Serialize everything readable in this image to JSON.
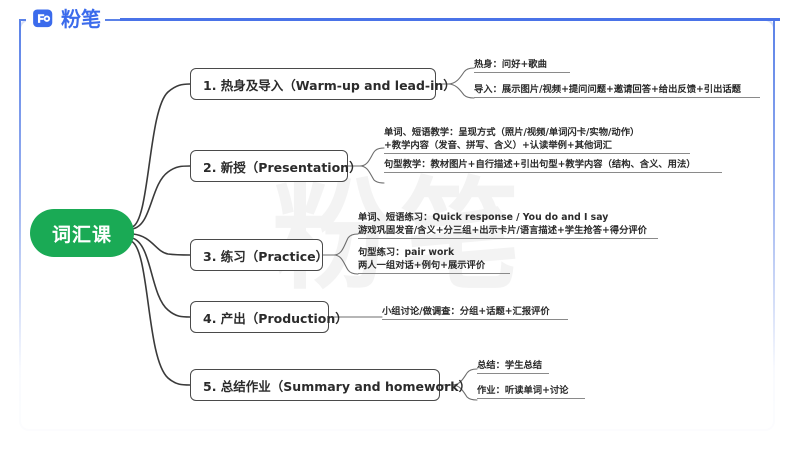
{
  "brand": {
    "wordmark": "粉笔",
    "mark_icon": "fenbi-logo-icon"
  },
  "watermark": {
    "text": "粉笔"
  },
  "mindmap": {
    "root": {
      "label": "词汇课",
      "color": "#1aaa55"
    },
    "branches": [
      {
        "id": "warm-up",
        "label": "1. 热身及导入（Warm-up and lead-in）",
        "leaves": [
          {
            "lines": [
              "热身：问好+歌曲"
            ]
          },
          {
            "lines": [
              "导入：展示图片/视频+提问问题+邀请回答+给出反馈+引出话题"
            ]
          }
        ]
      },
      {
        "id": "presentation",
        "label": "2. 新授（Presentation）",
        "leaves": [
          {
            "lines": [
              "单词、短语教学：呈现方式（照片/视频/单词闪卡/实物/动作）",
              "+教学内容（发音、拼写、含义）+认读举例+其他词汇"
            ]
          },
          {
            "lines": [
              "句型教学：教材图片+自行描述+引出句型+教学内容（结构、含义、用法）"
            ]
          }
        ]
      },
      {
        "id": "practice",
        "label": "3. 练习（Practice）",
        "leaves": [
          {
            "lines": [
              "单词、短语练习：Quick response / You do and I say",
              "游戏巩固发音/含义+分三组+出示卡片/语言描述+学生抢答+得分评价"
            ]
          },
          {
            "lines": [
              "句型练习：pair work",
              "两人一组对话+例句+展示评价"
            ]
          }
        ]
      },
      {
        "id": "production",
        "label": "4. 产出（Production）",
        "leaves": [
          {
            "lines": [
              "小组讨论/做调查：分组+话题+汇报评价"
            ]
          }
        ]
      },
      {
        "id": "summary",
        "label": "5. 总结作业（Summary and homework）",
        "leaves": [
          {
            "lines": [
              "总结：学生总结"
            ]
          },
          {
            "lines": [
              "作业：听读单词+讨论"
            ]
          }
        ]
      }
    ]
  },
  "colors": {
    "brand_blue": "#3b6bec",
    "root_green": "#1aaa55",
    "node_border": "#4a4a4a",
    "frame_border": "#6f8fe8"
  }
}
